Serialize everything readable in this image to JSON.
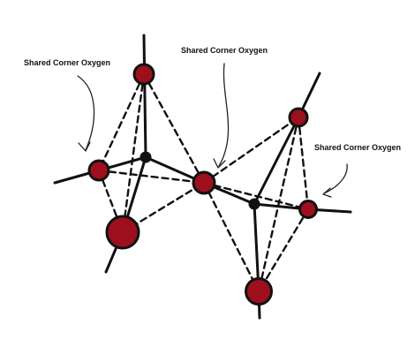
{
  "labels": {
    "left": "Shared Corner Oxygen",
    "center": "Shared Corner Oxygen",
    "right": "Shared Corner Oxygen"
  },
  "colors": {
    "oxygen_fill": "#9e0f1d",
    "oxygen_stroke": "#111111",
    "bond": "#111111",
    "silicon": "#111111"
  }
}
